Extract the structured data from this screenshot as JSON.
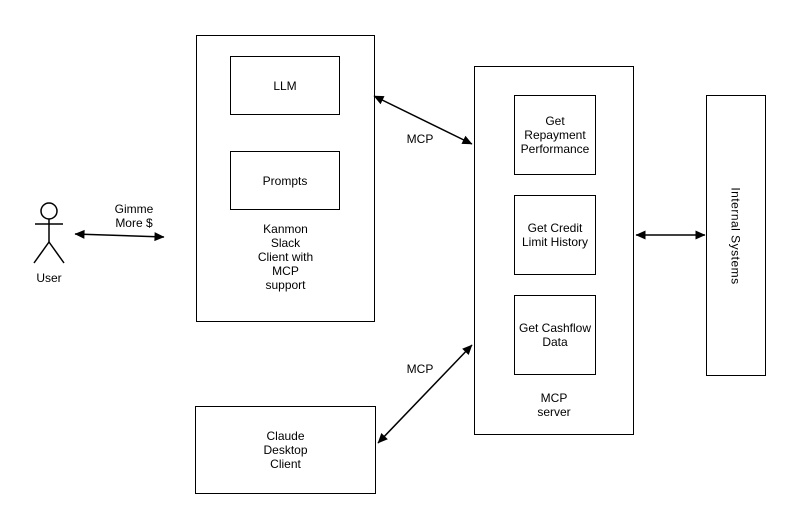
{
  "colors": {
    "stroke": "#000000",
    "background": "#ffffff",
    "text": "#000000"
  },
  "actor": {
    "label": "User"
  },
  "edges": {
    "user_request_label": "Gimme\nMore $",
    "kanmon_mcp_label": "MCP",
    "claude_mcp_label": "MCP"
  },
  "kanmon_client": {
    "label": "Kanmon\nSlack\nClient with\nMCP\nsupport",
    "llm_label": "LLM",
    "prompts_label": "Prompts"
  },
  "mcp_server": {
    "label": "MCP\nserver",
    "tools": [
      {
        "label": "Get\nRepayment\nPerformance"
      },
      {
        "label": "Get Credit\nLimit History"
      },
      {
        "label": "Get Cashflow\nData"
      }
    ]
  },
  "internal_systems": {
    "label": "Internal Systems"
  },
  "claude_client": {
    "label": "Claude\nDesktop\nClient"
  }
}
